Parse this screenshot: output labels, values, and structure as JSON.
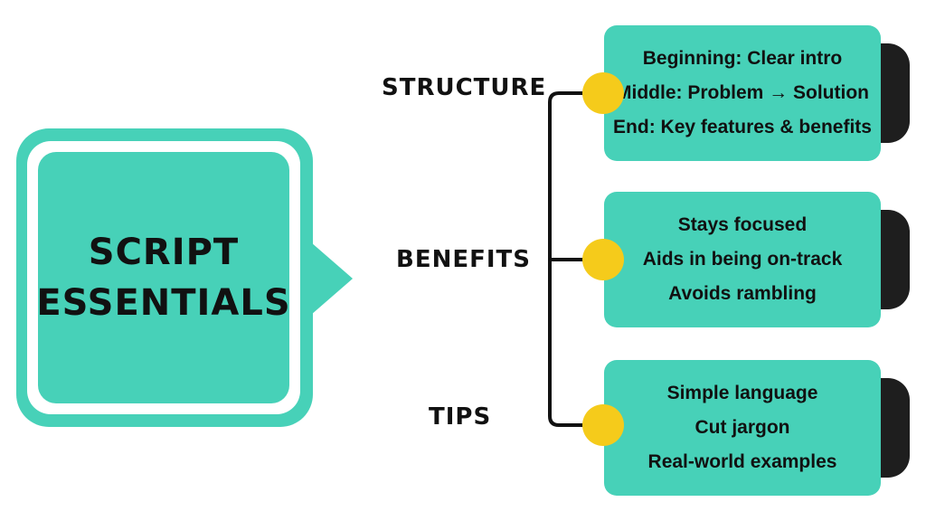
{
  "title": {
    "lines": [
      "SCRIPT",
      "ESSENTIALS"
    ]
  },
  "categories": [
    {
      "label": "STRUCTURE",
      "items": [
        "Beginning: Clear intro",
        "Middle: Problem → Solution",
        "End: Key features & benefits"
      ]
    },
    {
      "label": "BENEFITS",
      "items": [
        "Stays focused",
        "Aids in being on-track",
        "Avoids rambling"
      ]
    },
    {
      "label": "TIPS",
      "items": [
        "Simple language",
        "Cut jargon",
        "Real-world examples"
      ]
    }
  ],
  "colors": {
    "teal": "#47d1b8",
    "yellow": "#f5cb1b",
    "dark": "#1e1e1e",
    "text": "#111111"
  }
}
